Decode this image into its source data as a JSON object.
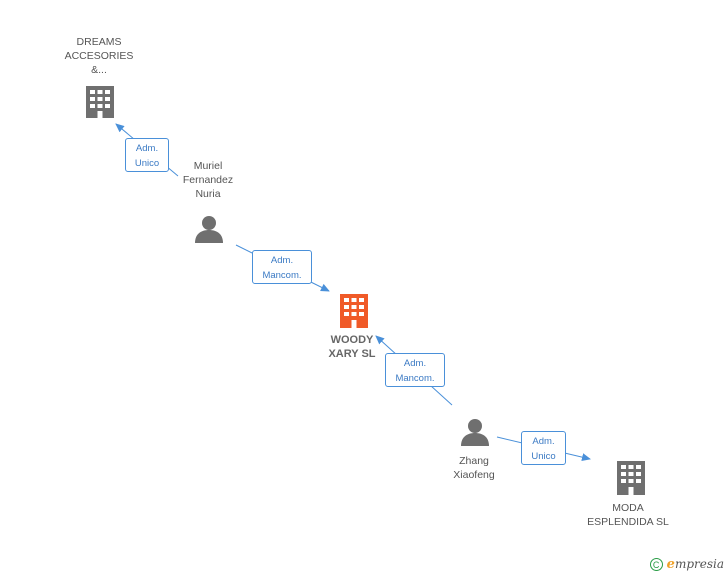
{
  "colors": {
    "company_icon": "#6f6f6f",
    "main_company_icon": "#f05a28",
    "person_icon": "#6f6f6f",
    "edge": "#4a90d9",
    "edge_label_text": "#3b7ac4"
  },
  "nodes": {
    "dreams": {
      "type": "company",
      "icon": "building-icon",
      "lines": [
        "DREAMS",
        "ACCESORIES",
        "&..."
      ]
    },
    "muriel": {
      "type": "person",
      "icon": "person-icon",
      "lines": [
        "Muriel",
        "Fernandez",
        "Nuria"
      ]
    },
    "woody": {
      "type": "company",
      "icon": "building-icon",
      "main": true,
      "lines": [
        "WOODY",
        "XARY SL"
      ]
    },
    "zhang": {
      "type": "person",
      "icon": "person-icon",
      "lines": [
        "Zhang",
        "Xiaofeng"
      ]
    },
    "moda": {
      "type": "company",
      "icon": "building-icon",
      "lines": [
        "MODA",
        "ESPLENDIDA SL"
      ]
    }
  },
  "edges": {
    "muriel_dreams": {
      "from": "muriel",
      "to": "dreams",
      "lines": [
        "Adm.",
        "Unico"
      ]
    },
    "muriel_woody": {
      "from": "muriel",
      "to": "woody",
      "lines": [
        "Adm.",
        "Mancom."
      ]
    },
    "zhang_woody": {
      "from": "zhang",
      "to": "woody",
      "lines": [
        "Adm.",
        "Mancom."
      ]
    },
    "zhang_moda": {
      "from": "zhang",
      "to": "moda",
      "lines": [
        "Adm.",
        "Unico"
      ]
    }
  },
  "footer": {
    "copyright_symbol": "C",
    "brand_initial": "e",
    "brand_rest": "mpresia"
  }
}
